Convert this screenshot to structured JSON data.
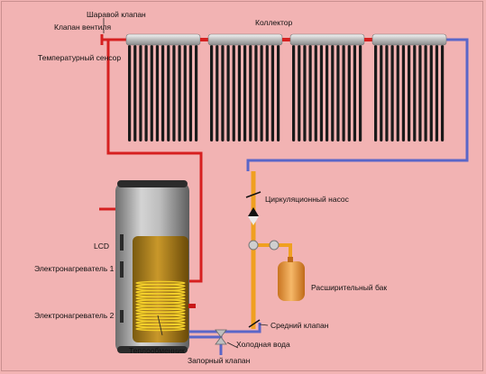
{
  "labels": {
    "ball_valve": "Шаравой клапан",
    "vent_valve": "Клапан вентиля",
    "temp_sensor": "Температурный сенсор",
    "collector": "Коллектор",
    "circ_pump": "Циркуляционный насос",
    "lcd": "LCD",
    "heater1": "Электронагреватель 1",
    "heater2": "Электронагреватель 2",
    "expansion_tank": "Расширительный бак",
    "middle_valve": "Средний клапан",
    "cold_water": "Холодная вода",
    "heat_exchanger": "Теплообменник",
    "shutoff_valve": "Запорный клапан"
  },
  "colors": {
    "background": "#f2b3b3",
    "hot_pipe": "#d62020",
    "cold_pipe": "#5a66c8",
    "supply_pipe": "#f0a020",
    "tank_shell": "#9a9a9a",
    "tank_inner": "#b88a20",
    "coil": "#f4d02a",
    "expansion_tank": "#f0a84a"
  },
  "collector": {
    "panels": 4,
    "tubes_per_panel": 13
  }
}
